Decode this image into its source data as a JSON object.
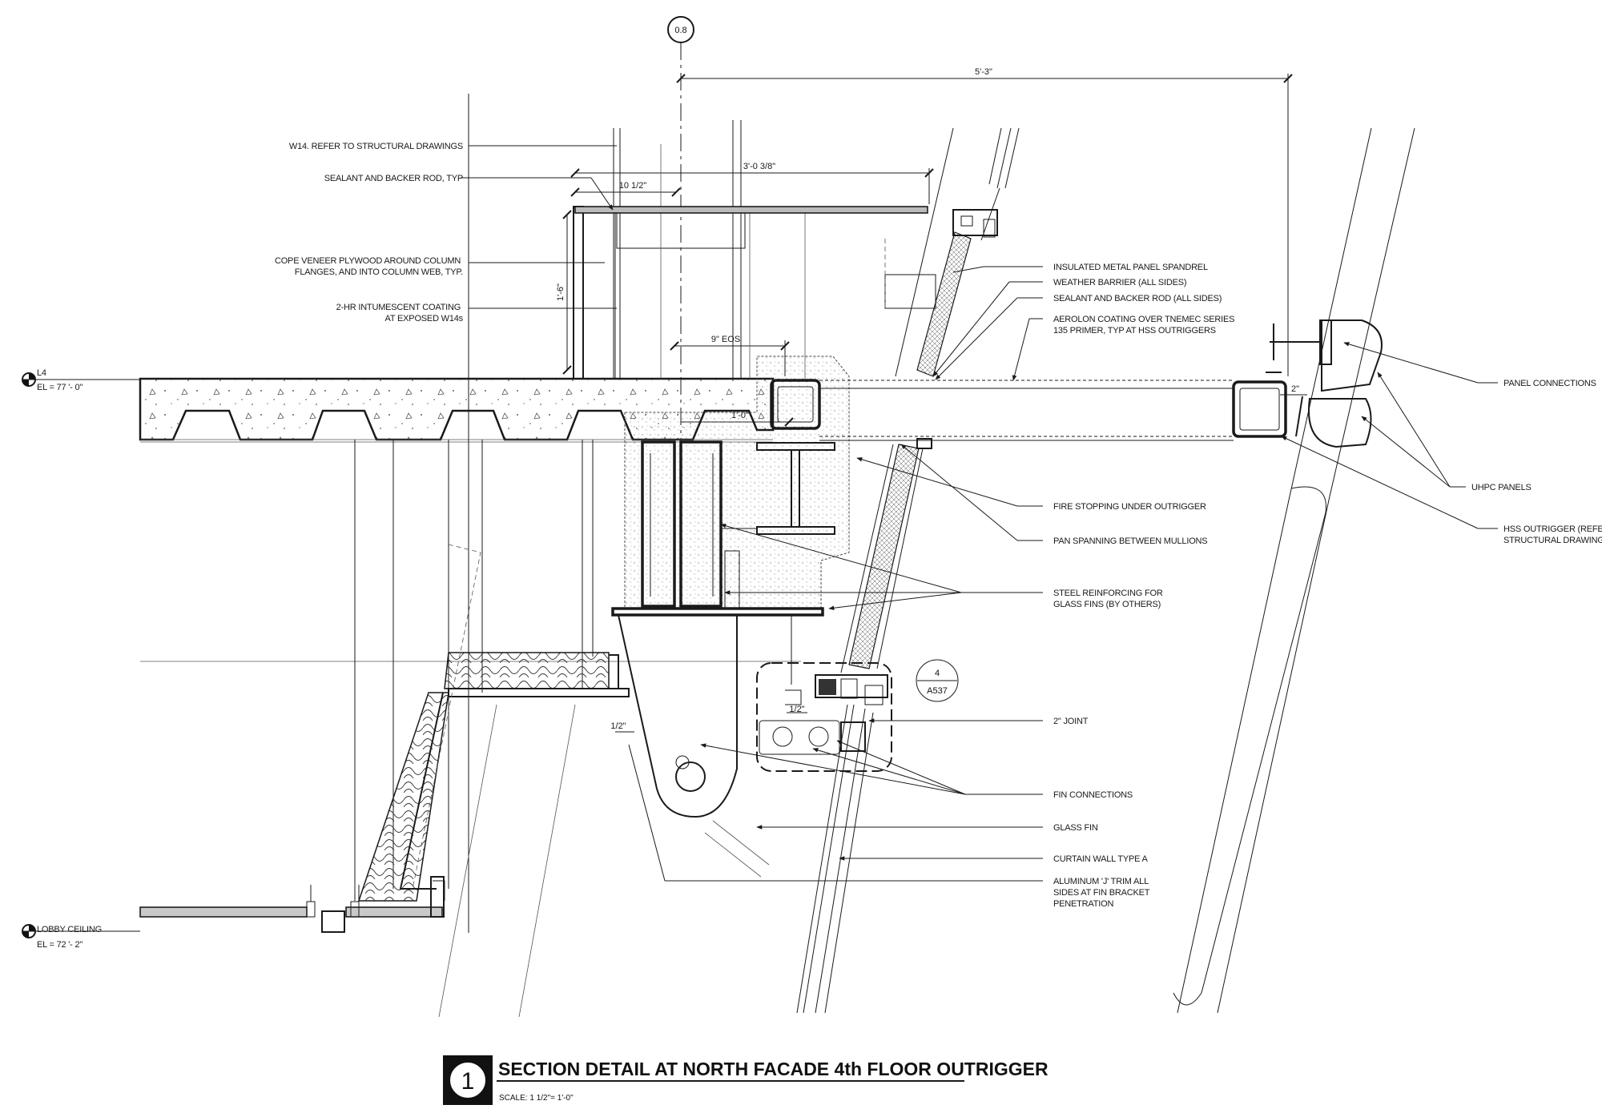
{
  "grid_bubble": "0.8",
  "dimensions": {
    "overall": "5'-3\"",
    "top_width": "3'-0 3/8\"",
    "flange_offset": "10 1/2\"",
    "column_height": "1'-6\"",
    "eos": "9\" EOS",
    "beam_offset": "1'-0\"",
    "hss_gap": "2\"",
    "half_inch_a": "1/2\"",
    "half_inch_b": "1/2\""
  },
  "levels": [
    {
      "name": "L4",
      "elevation": "EL = 77 '- 0\""
    },
    {
      "name": "LOBBY CEILING",
      "elevation": "EL = 72 '- 2\""
    }
  ],
  "left_notes": [
    [
      "W14. REFER TO STRUCTURAL DRAWINGS"
    ],
    [
      "SEALANT AND BACKER ROD, TYP"
    ],
    [
      "COPE VENEER PLYWOOD AROUND COLUMN",
      "FLANGES, AND INTO COLUMN WEB, TYP."
    ],
    [
      "2-HR INTUMESCENT COATING",
      "AT EXPOSED W14s"
    ]
  ],
  "middle_notes": [
    [
      "INSULATED METAL PANEL SPANDREL"
    ],
    [
      "WEATHER BARRIER (ALL SIDES)"
    ],
    [
      "SEALANT AND BACKER ROD (ALL SIDES)"
    ],
    [
      "AEROLON COATING OVER TNEMEC SERIES",
      "135 PRIMER, TYP AT HSS OUTRIGGERS"
    ],
    [
      "FIRE STOPPING UNDER OUTRIGGER"
    ],
    [
      "PAN SPANNING BETWEEN MULLIONS"
    ],
    [
      "STEEL REINFORCING FOR",
      "GLASS FINS (BY OTHERS)"
    ],
    [
      "2\" JOINT"
    ],
    [
      "FIN CONNECTIONS"
    ],
    [
      "GLASS FIN"
    ],
    [
      "CURTAIN WALL TYPE A"
    ],
    [
      "ALUMINUM 'J' TRIM ALL",
      "SIDES AT FIN BRACKET",
      "PENETRATION"
    ]
  ],
  "right_notes": [
    [
      "PANEL CONNECTIONS"
    ],
    [
      "UHPC PANELS"
    ],
    [
      "HSS OUTRIGGER (REFER TO",
      "STRUCTURAL DRAWINGS)"
    ]
  ],
  "detail_callout": {
    "number": "4",
    "sheet": "A537"
  },
  "title_block": {
    "number": "1",
    "title": "SECTION DETAIL AT NORTH FACADE 4th FLOOR OUTRIGGER",
    "scale": "SCALE: 1 1/2\"= 1'-0\""
  }
}
